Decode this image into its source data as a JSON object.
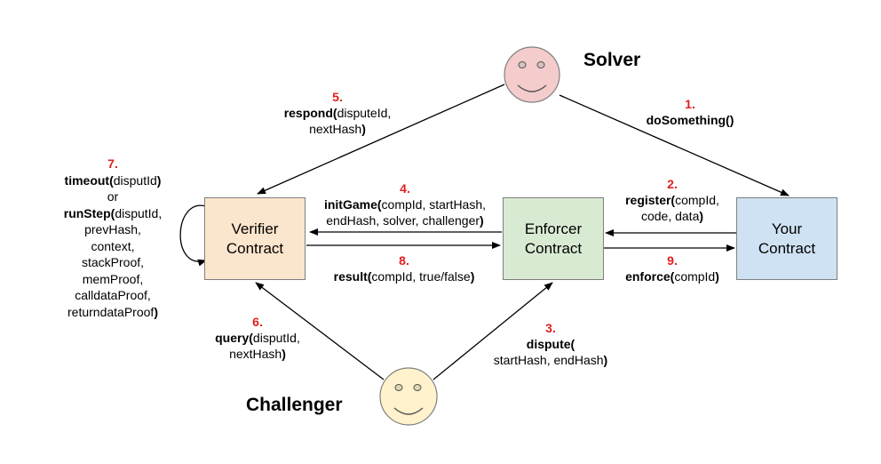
{
  "actors": {
    "solver": "Solver",
    "challenger": "Challenger"
  },
  "boxes": {
    "verifier": [
      "Verifier",
      "Contract"
    ],
    "enforcer": [
      "Enforcer",
      "Contract"
    ],
    "your": [
      "Your",
      "Contract"
    ]
  },
  "steps": {
    "s1": {
      "num": "1.",
      "fn": "doSomething()"
    },
    "s2": {
      "num": "2.",
      "fn": "register(",
      "args1": "compId,",
      "args2": "code, data",
      "close": ")"
    },
    "s3": {
      "num": "3.",
      "fn": "dispute(",
      "args1": "startHash, endHash",
      "close": ")"
    },
    "s4": {
      "num": "4.",
      "fn": "initGame(",
      "args1": "compId, startHash,",
      "args2": "endHash, solver, challenger",
      "close": ")"
    },
    "s5": {
      "num": "5.",
      "fn": "respond(",
      "args1": "disputeId,",
      "args2": "nextHash",
      "close": ")"
    },
    "s6": {
      "num": "6.",
      "fn": "query(",
      "args1": "disputId,",
      "args2": "nextHash",
      "close": ")"
    },
    "s7": {
      "num": "7.",
      "fn_a": "timeout(",
      "args_a": "disputId",
      "close_a": ")",
      "or": "or",
      "fn_b": "runStep(",
      "args_b": [
        "disputId,",
        "prevHash,",
        "context,",
        "stackProof,",
        "memProof,",
        "calldataProof,",
        "returndataProof"
      ],
      "close_b": ")"
    },
    "s8": {
      "num": "8.",
      "fn": "result(",
      "args1": "compId, true/false",
      "close": ")"
    },
    "s9": {
      "num": "9.",
      "fn": "enforce(",
      "args1": "compId",
      "close": ")"
    }
  },
  "colors": {
    "verifier_fill": "#fce5cd",
    "enforcer_fill": "#d9ead3",
    "your_fill": "#cfe2f3",
    "solver_face": "#f4cccc",
    "challenger_face": "#fff2cc",
    "step_number": "#e02020"
  }
}
